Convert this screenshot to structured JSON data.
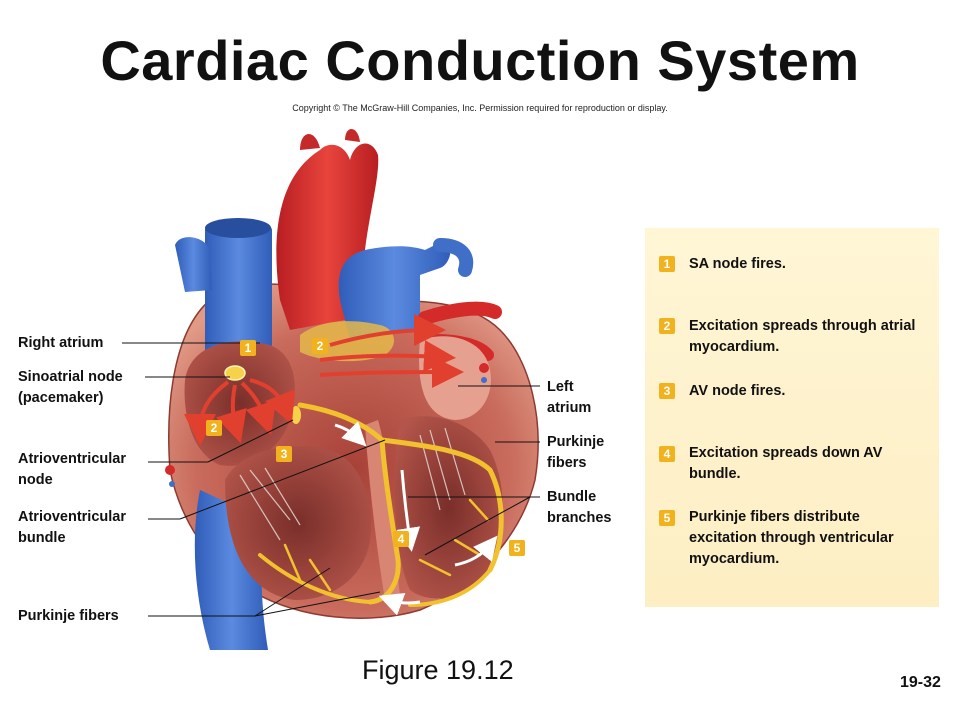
{
  "title": "Cardiac Conduction System",
  "copyright": "Copyright © The McGraw-Hill Companies, Inc. Permission required for reproduction or display.",
  "left_labels": {
    "right_atrium": "Right atrium",
    "sinoatrial_node_1": "Sinoatrial node",
    "sinoatrial_node_2": "(pacemaker)",
    "av_node_1": "Atrioventricular",
    "av_node_2": "node",
    "av_bundle_1": "Atrioventricular",
    "av_bundle_2": "bundle",
    "purkinje_bottom": "Purkinje fibers"
  },
  "right_labels": {
    "left_atrium_1": "Left",
    "left_atrium_2": "atrium",
    "purkinje_1": "Purkinje",
    "purkinje_2": "fibers",
    "bundle_1": "Bundle",
    "bundle_2": "branches"
  },
  "badges": {
    "b1": "1",
    "b2": "2",
    "b2b": "2",
    "b3": "3",
    "b4": "4",
    "b5": "5"
  },
  "steps": [
    {
      "num": "1",
      "text": "SA node fires."
    },
    {
      "num": "2",
      "text": "Excitation spreads through atrial myocardium."
    },
    {
      "num": "3",
      "text": "AV node fires."
    },
    {
      "num": "4",
      "text": "Excitation spreads down AV bundle."
    },
    {
      "num": "5",
      "text": "Purkinje fibers distribute excitation through ventricular myocardium."
    }
  ],
  "figure_caption": "Figure 19.12",
  "slide_number": "19-32",
  "colors": {
    "vein_blue": "#3f6fc7",
    "artery_red": "#d42a2a",
    "myocardium": "#c8554b",
    "conduction_yellow": "#f2c12e",
    "badge_orange": "#f2b21d",
    "panel_bg": "#fdf0c9"
  }
}
